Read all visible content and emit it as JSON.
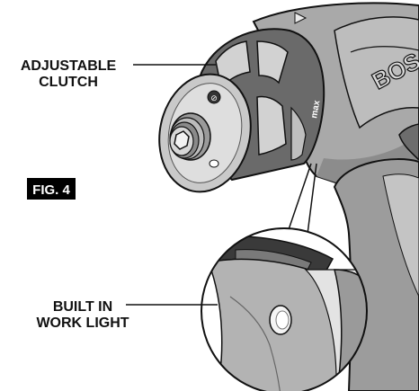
{
  "callouts": {
    "clutch_line1": "ADJUSTABLE",
    "clutch_line2": "CLUTCH",
    "light_line1": "BUILT IN",
    "light_line2": "WORK LIGHT"
  },
  "figure_label": "FIG. 4",
  "tool_markings": {
    "brand_partial": "BOS",
    "max_marking": "max",
    "bit_symbol": "⊘"
  },
  "colors": {
    "ink": "#111111",
    "body_gray": "#a7a7a7",
    "light_gray": "#cfcfcf",
    "dark_gray": "#3a3a3a",
    "figure_badge": "#000000",
    "figure_text": "#ffffff"
  }
}
